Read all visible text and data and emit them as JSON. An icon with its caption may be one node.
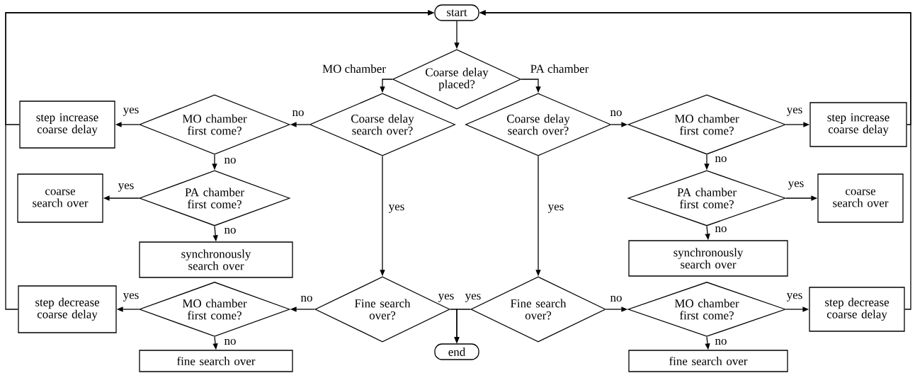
{
  "diagram": {
    "nodes": [
      {
        "text": [
          "start"
        ]
      },
      {
        "text": [
          "Coarse delay placed?"
        ]
      },
      {
        "text": [
          "Coarse delay search over?"
        ]
      },
      {
        "text": [
          "Coarse delay search over?"
        ]
      },
      {
        "text": [
          "step increase coarse delay"
        ]
      },
      {
        "text": [
          "MO chamber first come?"
        ]
      },
      {
        "text": [
          "MO chamber first come?"
        ]
      },
      {
        "text": [
          "step increase coarse delay"
        ]
      },
      {
        "text": [
          "coarse search over"
        ]
      },
      {
        "text": [
          "PA chamber first come?"
        ]
      },
      {
        "text": [
          "PA chamber first come?"
        ]
      },
      {
        "text": [
          "coarse search over"
        ]
      },
      {
        "text": [
          "synchronously search over"
        ]
      },
      {
        "text": [
          "synchronously search over"
        ]
      },
      {
        "text": [
          "step decrease coarse delay"
        ]
      },
      {
        "text": [
          "MO chamber first come?"
        ]
      },
      {
        "text": [
          "Fine search over?"
        ]
      },
      {
        "text": [
          "Fine search over?"
        ]
      },
      {
        "text": [
          "MO chamber first come?"
        ]
      },
      {
        "text": [
          "step decrease coarse delay"
        ]
      },
      {
        "text": [
          "fine search over"
        ]
      },
      {
        "text": [
          "end"
        ]
      },
      {
        "text": [
          "fine search over"
        ]
      }
    ],
    "edges": [
      {
        "from": 0,
        "to": 1,
        "arrow": "to"
      },
      {
        "from": 1,
        "to": 2,
        "arrow": "to",
        "label": "MO chamber"
      },
      {
        "from": 1,
        "to": 3,
        "arrow": "to",
        "label": "PA chamber"
      },
      {
        "from": 2,
        "to": 5,
        "arrow": "to",
        "label": "no"
      },
      {
        "from": 2,
        "to": 16,
        "arrow": "to",
        "label": "yes"
      },
      {
        "from": 3,
        "to": 6,
        "arrow": "to",
        "label": "no"
      },
      {
        "from": 3,
        "to": 17,
        "arrow": "to",
        "label": "yes"
      },
      {
        "from": 5,
        "to": 4,
        "arrow": "to",
        "label": "yes"
      },
      {
        "from": 5,
        "to": 9,
        "arrow": "to",
        "label": "no"
      },
      {
        "from": 6,
        "to": 7,
        "arrow": "to",
        "label": "yes"
      },
      {
        "from": 6,
        "to": 10,
        "arrow": "to",
        "label": "no"
      },
      {
        "from": 9,
        "to": 8,
        "arrow": "to",
        "label": "yes"
      },
      {
        "from": 9,
        "to": 12,
        "arrow": "to",
        "label": "no"
      },
      {
        "from": 10,
        "to": 11,
        "arrow": "to",
        "label": "yes"
      },
      {
        "from": 10,
        "to": 13,
        "arrow": "to",
        "label": "no"
      },
      {
        "from": 16,
        "to": 15,
        "arrow": "to",
        "label": "no"
      },
      {
        "from": 16,
        "to": 21,
        "arrow": "to",
        "label": "yes"
      },
      {
        "from": 17,
        "to": 21,
        "arrow": "to",
        "label": "yes"
      },
      {
        "from": 17,
        "to": 18,
        "arrow": "to",
        "label": "no"
      },
      {
        "from": 15,
        "to": 14,
        "arrow": "to",
        "label": "yes"
      },
      {
        "from": 15,
        "to": 20,
        "arrow": "to",
        "label": "no"
      },
      {
        "from": 18,
        "to": 19,
        "arrow": "to",
        "label": "yes"
      },
      {
        "from": 18,
        "to": 22,
        "arrow": "to",
        "label": "no"
      },
      {
        "from": 4,
        "to": 0,
        "arrow": "to"
      },
      {
        "from": 14,
        "to": 0,
        "arrow": "to"
      },
      {
        "from": 7,
        "to": 0,
        "arrow": "to"
      },
      {
        "from": 19,
        "to": 0,
        "arrow": "to"
      }
    ]
  }
}
